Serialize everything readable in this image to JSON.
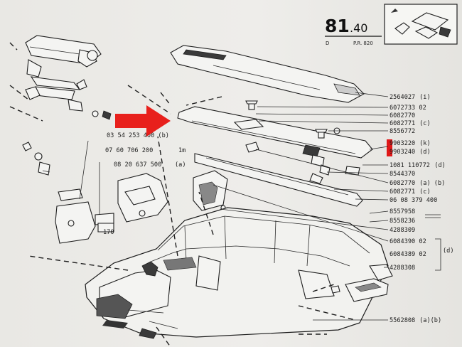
{
  "header": {
    "page_main": "81",
    "page_sub": ".40",
    "left_code": "D",
    "right_code": "P.R. 820"
  },
  "labels": {
    "l1": "03 54 253 400 (b)",
    "l2": "07 60 706 200",
    "l2b": "1m",
    "l3": "08 20 637 500",
    "l3b": "(a)",
    "l4": "170"
  },
  "parts": [
    {
      "num": "2564027",
      "note": "(i)"
    },
    {
      "num": "6072733 02",
      "note": ""
    },
    {
      "num": "6082770",
      "note": ""
    },
    {
      "num": "6082771",
      "note": "(c)"
    },
    {
      "num": "8556772",
      "note": ""
    },
    {
      "num": "9903220",
      "note": "(k)"
    },
    {
      "num": "9903240",
      "note": "(d)"
    },
    {
      "num": "1081 110772",
      "note": "(d)"
    },
    {
      "num": "8544370",
      "note": ""
    },
    {
      "num": "6082770",
      "note": "(a) (b)"
    },
    {
      "num": "6082771",
      "note": "(c)"
    },
    {
      "num": "06 08 379 400",
      "note": ""
    },
    {
      "num": "8557958",
      "note": ""
    },
    {
      "num": "8558236",
      "note": ""
    },
    {
      "num": "4288309",
      "note": ""
    },
    {
      "num": "6084390 02",
      "note": ""
    },
    {
      "num": "6084389 02",
      "note": ""
    },
    {
      "num": "4288308",
      "note": ""
    },
    {
      "num": "5562808",
      "note": "(a)(b)"
    }
  ],
  "bracket_note": "(d)",
  "colors": {
    "arrow": "#e8201c",
    "highlight": "#e01818",
    "ink": "#1d1d1d",
    "paper": "#eeedea"
  }
}
